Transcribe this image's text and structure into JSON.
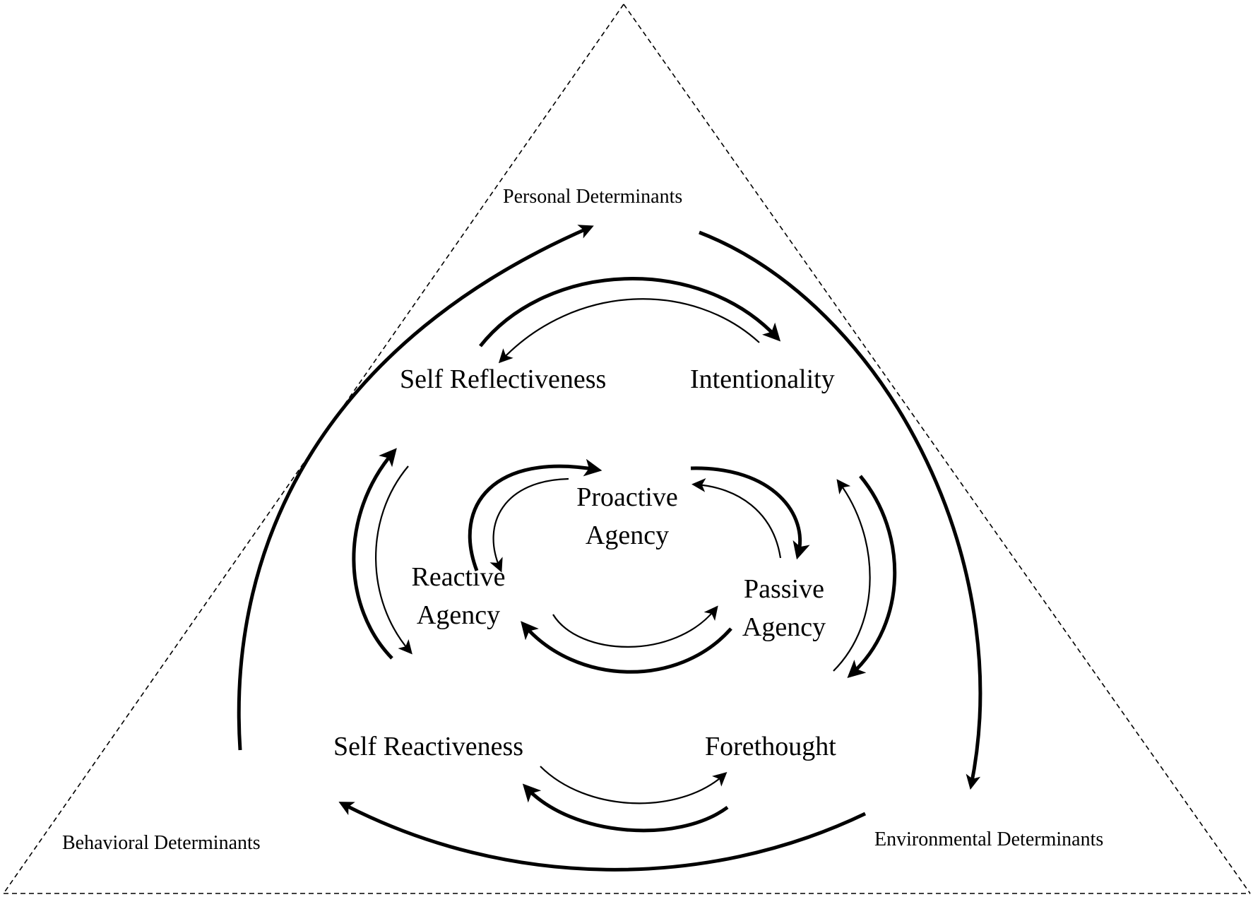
{
  "determinants": {
    "personal": "Personal Determinants",
    "behavioral": "Behavioral  Determinants",
    "environmental": "Environmental  Determinants"
  },
  "properties": {
    "self_reflectiveness": "Self Reflectiveness",
    "intentionality": "Intentionality",
    "self_reactiveness": "Self Reactiveness",
    "forethought": "Forethought"
  },
  "agency": {
    "proactive": {
      "line1": "Proactive",
      "line2": "Agency"
    },
    "reactive": {
      "line1": "Reactive",
      "line2": "Agency"
    },
    "passive": {
      "line1": "Passive",
      "line2": "Agency"
    }
  },
  "colors": {
    "ink": "#000000",
    "background": "#ffffff"
  }
}
